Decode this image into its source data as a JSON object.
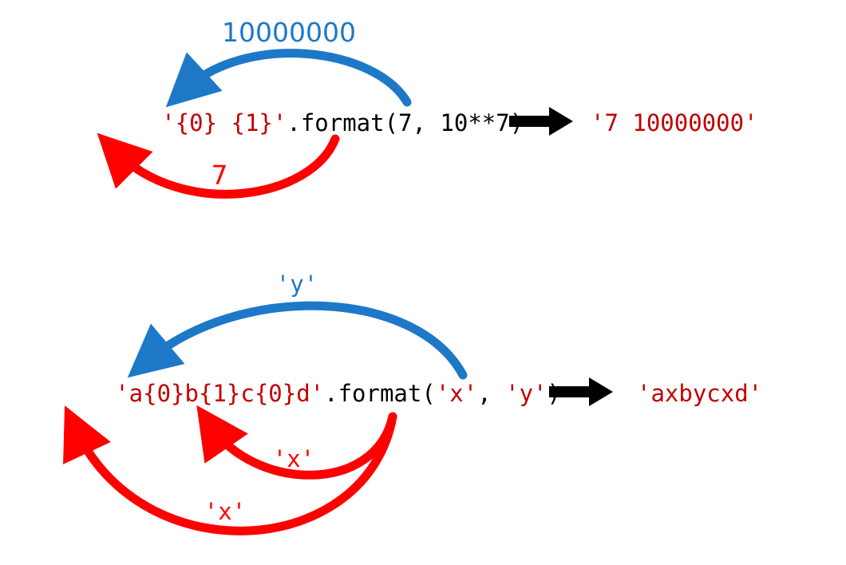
{
  "colors": {
    "string": "#c00000",
    "code": "#000000",
    "blue_arrow": "#1e78c8",
    "red_arrow": "#ff0000",
    "result_arrow": "#000000"
  },
  "example1": {
    "code_string": "'{0} {1}'",
    "code_format": ".format(7, 10**7)",
    "result": "'7 10000000'",
    "label_blue": "10000000",
    "label_red": "7"
  },
  "example2": {
    "code_string": "'a{0}b{1}c{0}d'",
    "code_format_open": ".format(",
    "arg_x": "'x'",
    "arg_sep": ", ",
    "arg_y": "'y'",
    "code_format_close": ")",
    "result": "'axbycxd'",
    "label_blue": "'y'",
    "label_red_inner": "'x'",
    "label_red_outer": "'x'"
  }
}
